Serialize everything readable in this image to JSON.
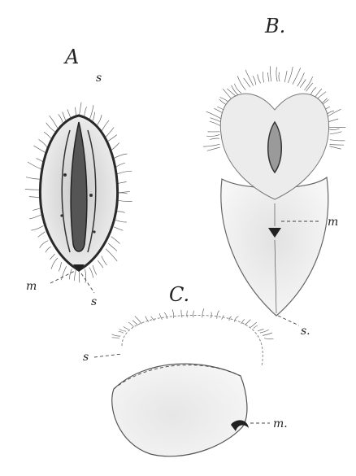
{
  "figure": {
    "panels": [
      {
        "id": "A",
        "label": "A",
        "annotations": {
          "s_top": "s",
          "m": "m",
          "s_bottom": "s"
        }
      },
      {
        "id": "B",
        "label": "B.",
        "annotations": {
          "m": "m",
          "s": "s."
        }
      },
      {
        "id": "C",
        "label": "C.",
        "annotations": {
          "s": "s",
          "m": "m."
        }
      }
    ]
  }
}
